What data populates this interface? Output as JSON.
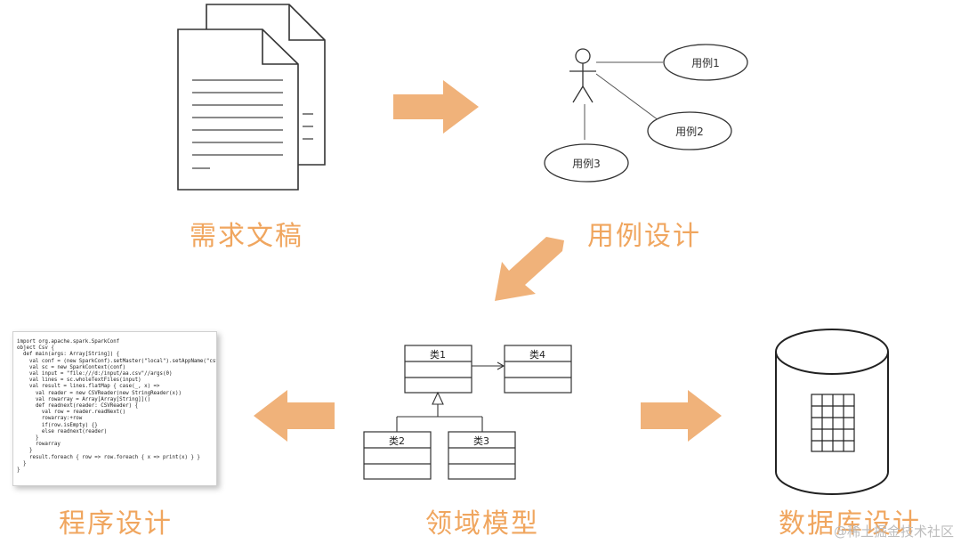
{
  "labels": {
    "requirements_doc": "需求文稿",
    "use_case_design": "用例设计",
    "domain_model": "领域模型",
    "program_design": "程序设计",
    "database_design": "数据库设计"
  },
  "use_cases": {
    "case1": "用例1",
    "case2": "用例2",
    "case3": "用例3"
  },
  "classes": {
    "class1": "类1",
    "class2": "类2",
    "class3": "类3",
    "class4": "类4"
  },
  "code_lines": [
    "import org.apache.spark.SparkConf",
    "object Csv {",
    "  def main(args: Array[String]) {",
    "    val conf = (new SparkConf).setMaster(\"local\").setAppName(\"csv\")",
    "    val sc = new SparkContext(conf)",
    "    val input = \"file:///d:/input/aa.csv\"//args(0)",
    "    val lines = sc.wholeTextFiles(input)",
    "    val result = lines.flatMap { case(_, x) =>",
    "      val reader = new CSVReader(new StringReader(x))",
    "      val rowarray = Array[Array[String]]()",
    "      def readnext(reader: CSVReader) {",
    "        val row = reader.readNext()",
    "        rowarray:+row",
    "        if(row.isEmpty) {}",
    "        else readnext(reader)",
    "      }",
    "      rowarray",
    "    }",
    "    result.foreach { row => row.foreach { x => print(x) } }",
    "  }",
    "}"
  ],
  "watermark": "@稀土掘金技术社区",
  "colors": {
    "arrow": "#f0b27a",
    "label": "#f0a65f"
  }
}
